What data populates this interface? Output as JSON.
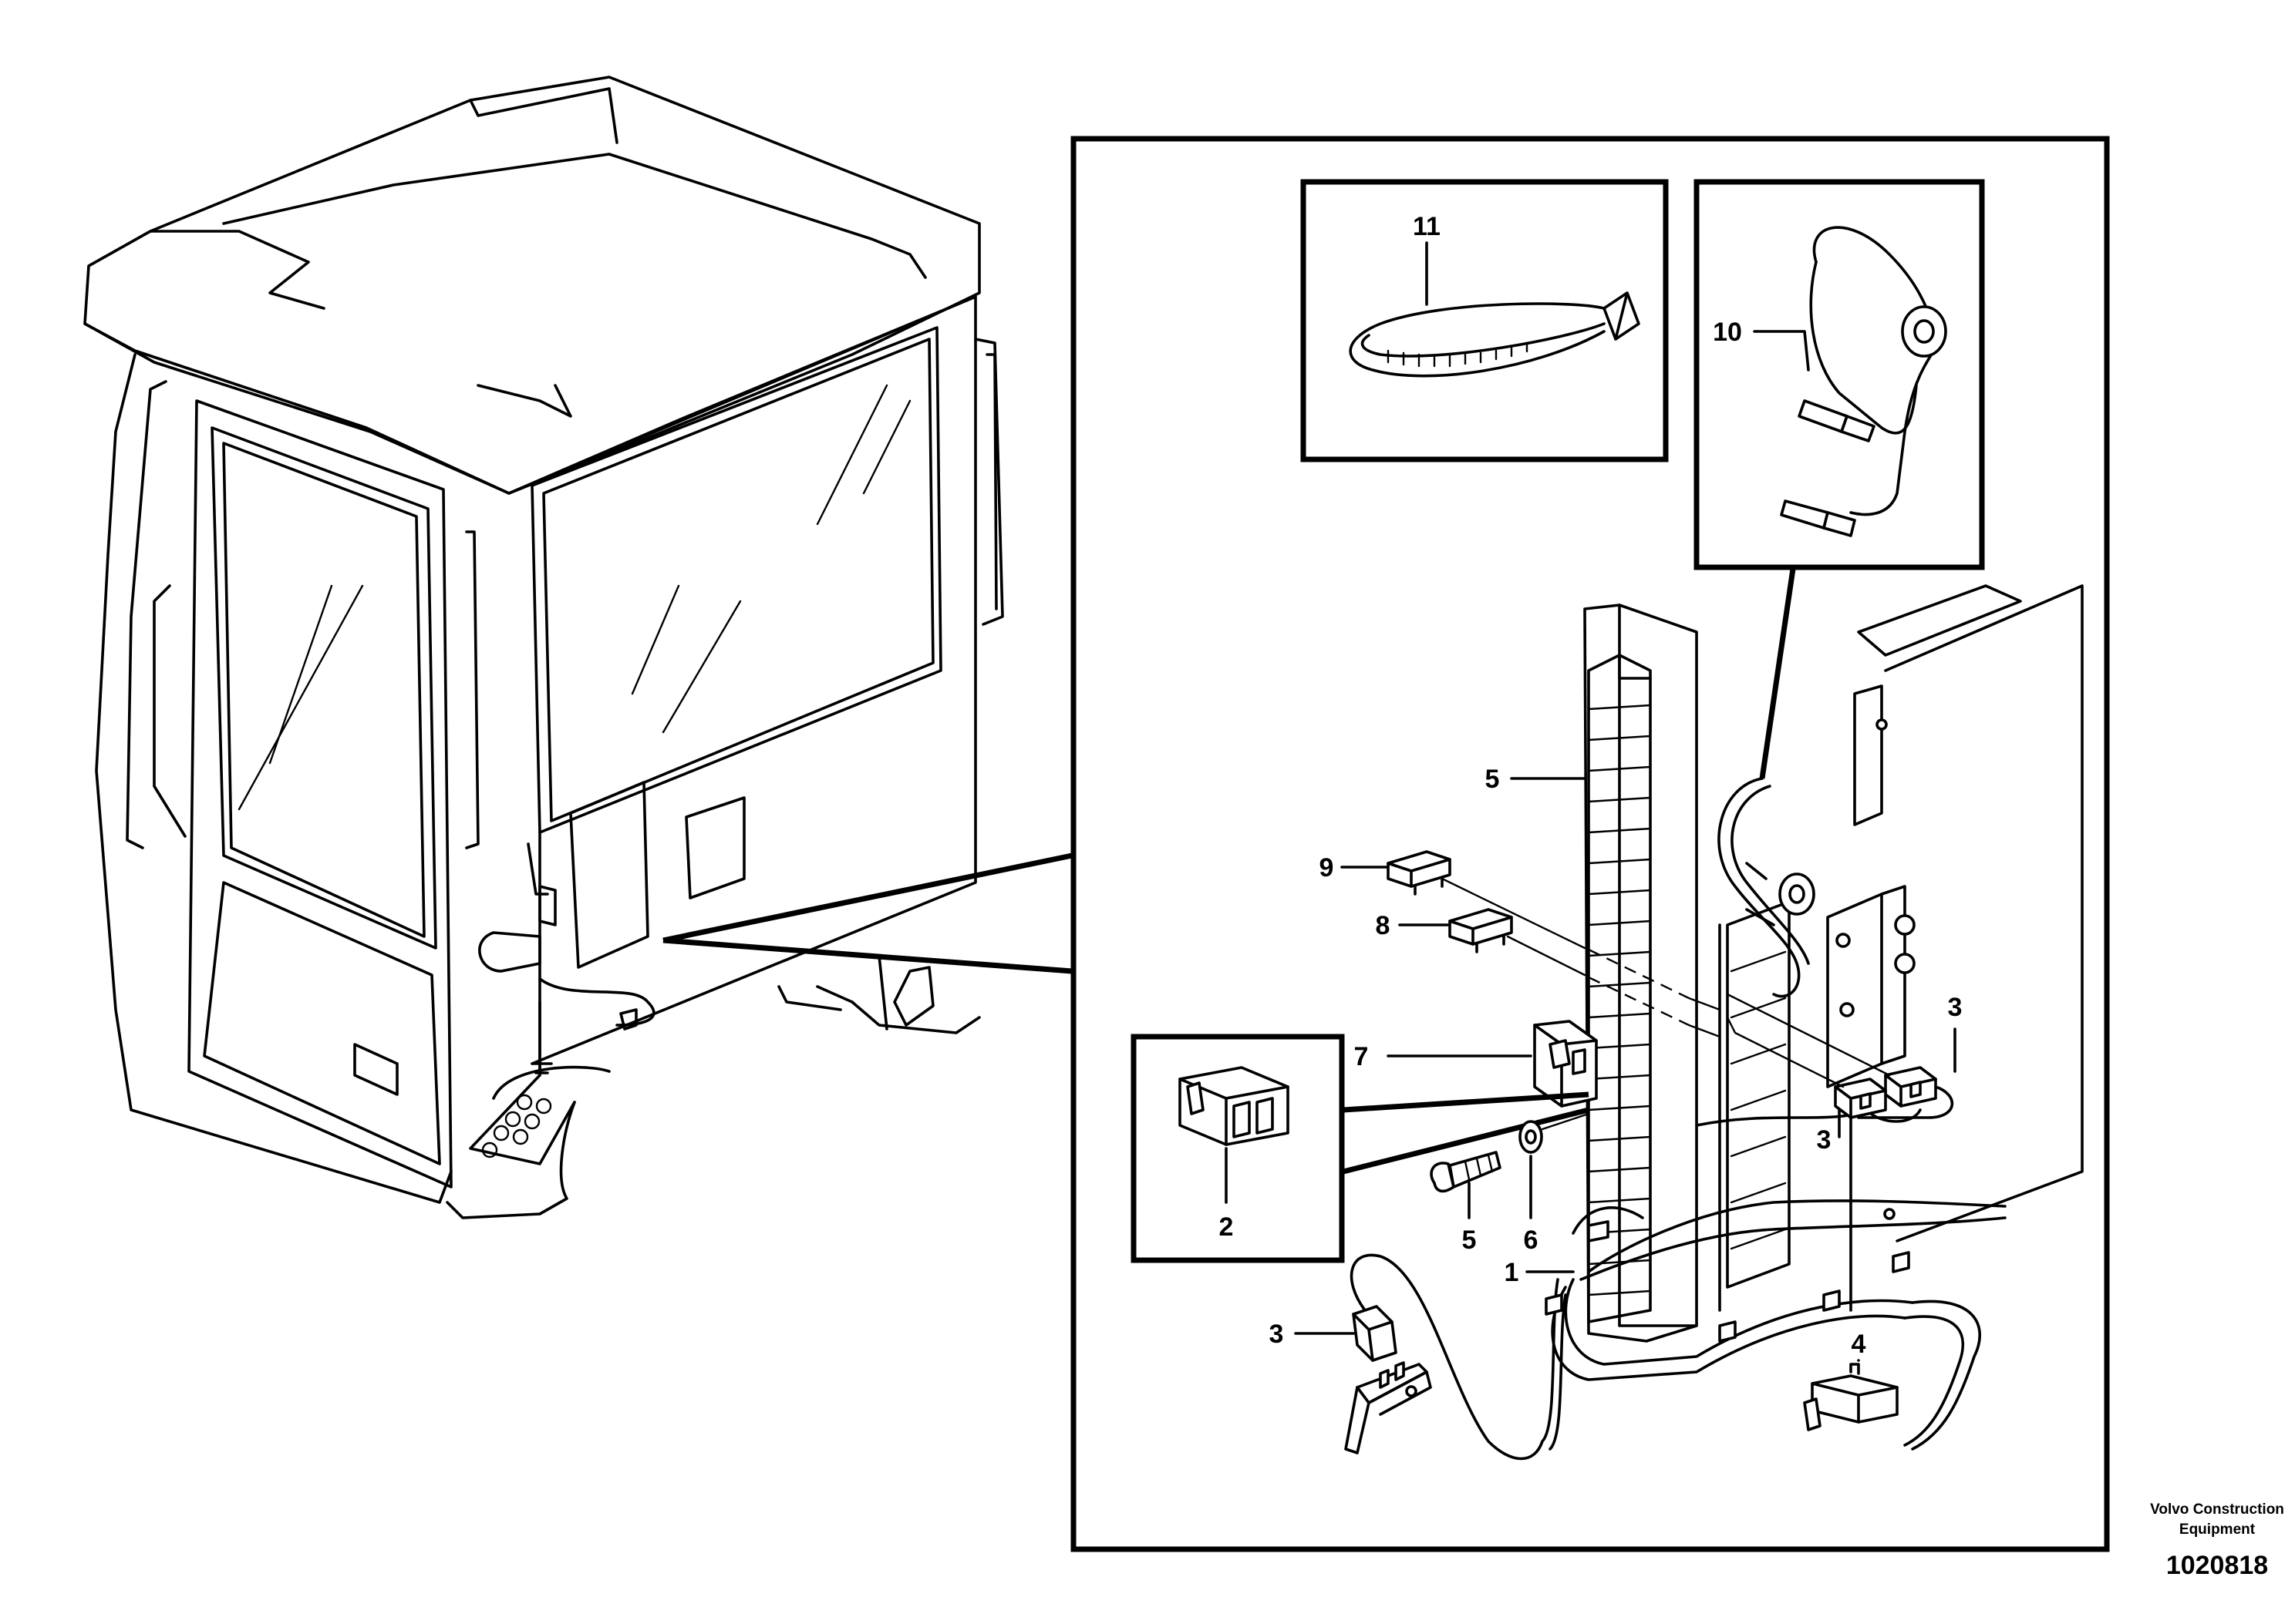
{
  "brand": {
    "company_line1": "Volvo Construction",
    "company_line2": "Equipment",
    "figure_number": "1020818"
  },
  "callouts": [
    {
      "id": "c11",
      "label": "11"
    },
    {
      "id": "c10",
      "label": "10"
    },
    {
      "id": "c5a",
      "label": "5"
    },
    {
      "id": "c9",
      "label": "9"
    },
    {
      "id": "c8",
      "label": "8"
    },
    {
      "id": "c7",
      "label": "7"
    },
    {
      "id": "c3a",
      "label": "3"
    },
    {
      "id": "c3b",
      "label": "3"
    },
    {
      "id": "c2",
      "label": "2"
    },
    {
      "id": "c5b",
      "label": "5"
    },
    {
      "id": "c6",
      "label": "6"
    },
    {
      "id": "c1",
      "label": "1"
    },
    {
      "id": "c3c",
      "label": "3"
    },
    {
      "id": "c4",
      "label": "4"
    }
  ],
  "colors": {
    "line": "#000000",
    "background": "#ffffff"
  }
}
